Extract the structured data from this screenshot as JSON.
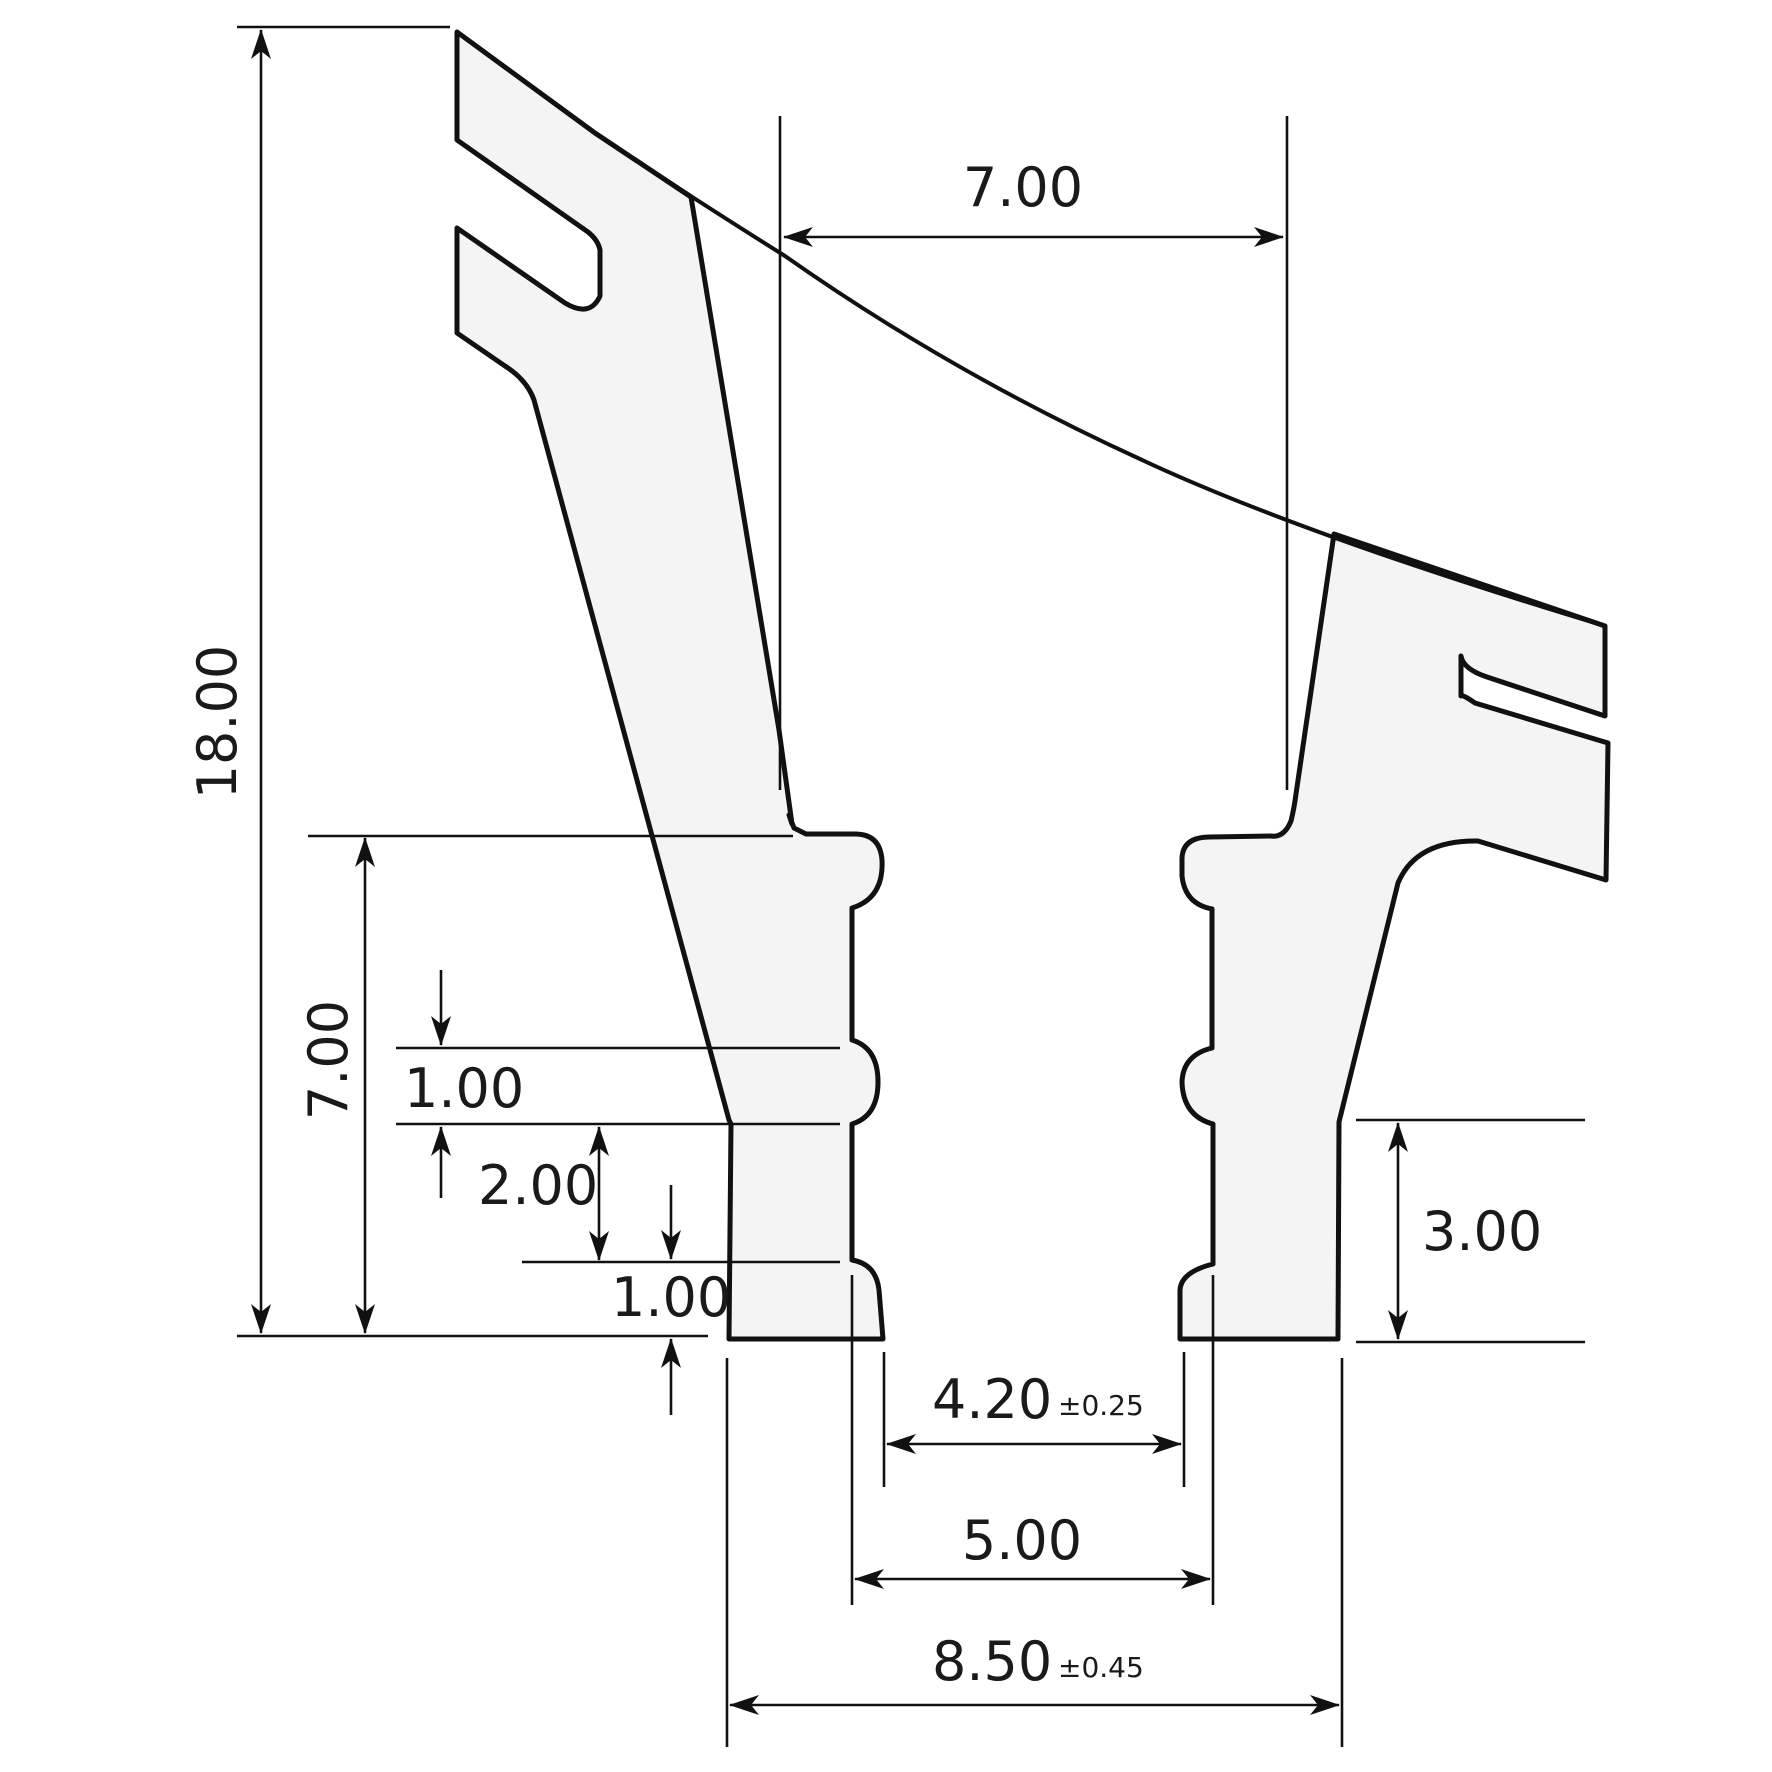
{
  "colors": {
    "stroke": "#111111",
    "profile_fill": "#f4f4f4",
    "background": "#ffffff"
  },
  "dimensions": {
    "overall_height": "18.00",
    "top_span": "7.00",
    "lower_height": "7.00",
    "ridge_1": "1.00",
    "gap": "2.00",
    "ridge_2": "1.00",
    "right_base_height": "3.00",
    "inner_gap": "4.20",
    "inner_gap_tol": "±0.25",
    "groove_width": "5.00",
    "base_width": "8.50",
    "base_width_tol": "±0.45"
  }
}
